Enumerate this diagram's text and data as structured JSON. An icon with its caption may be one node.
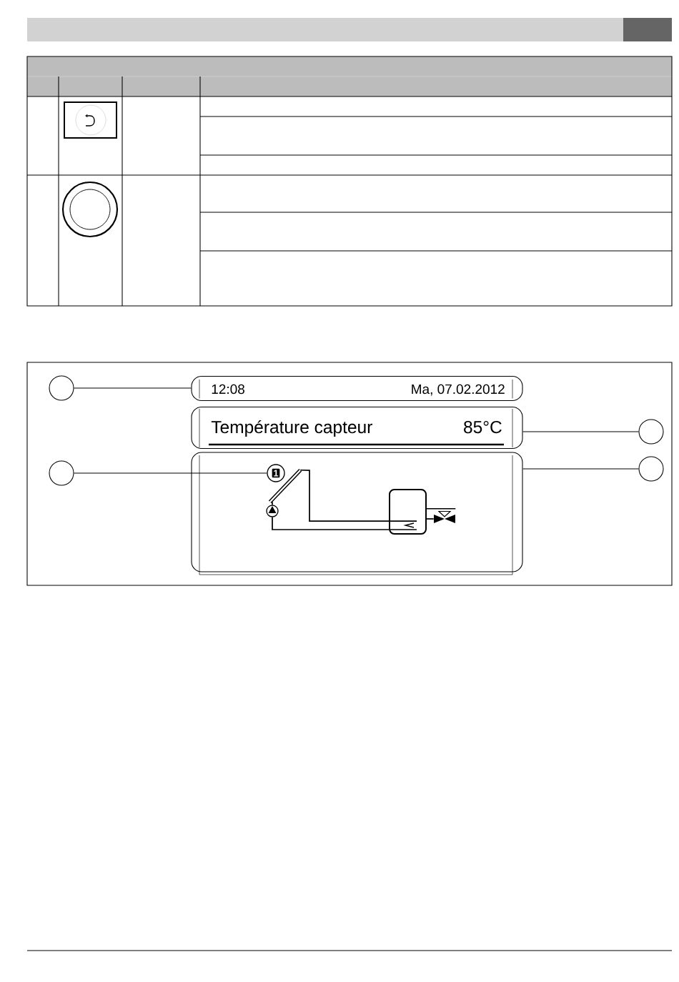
{
  "diagram": {
    "nodes": [
      {
        "text": [],
        "shape": "circle"
      },
      {
        "text": [
          "12:08",
          "Ma, 07.02.2012"
        ]
      },
      {
        "text": [
          "Température capteur",
          "85°C"
        ]
      },
      {
        "text": [],
        "shape": "circle"
      },
      {
        "text": [],
        "shape": "circle"
      },
      {
        "text": [],
        "shape": "box"
      },
      {
        "text": [
          "1"
        ],
        "in": 5
      },
      {
        "text": [],
        "shape": "panel",
        "in": 5
      },
      {
        "text": [],
        "shape": "pump",
        "in": 5
      },
      {
        "text": [],
        "shape": "tank",
        "in": 5
      },
      {
        "text": [],
        "shape": "valve",
        "in": 5
      },
      {
        "text": [],
        "shape": "circle"
      }
    ],
    "edges": [
      {
        "from": 0,
        "to": 1,
        "arrow": "none"
      },
      {
        "from": 3,
        "to": 2,
        "arrow": "none"
      },
      {
        "from": 4,
        "to": 6,
        "arrow": "none"
      },
      {
        "from": 11,
        "to": 5,
        "arrow": "none"
      },
      {
        "from": 7,
        "to": 9,
        "arrow": "none"
      },
      {
        "from": 9,
        "to": 8,
        "arrow": "none"
      },
      {
        "from": 8,
        "to": 7,
        "arrow": "none"
      },
      {
        "from": 9,
        "to": 10,
        "arrow": "none"
      },
      {
        "from": 9,
        "to": 10,
        "arrow": "none"
      }
    ]
  }
}
